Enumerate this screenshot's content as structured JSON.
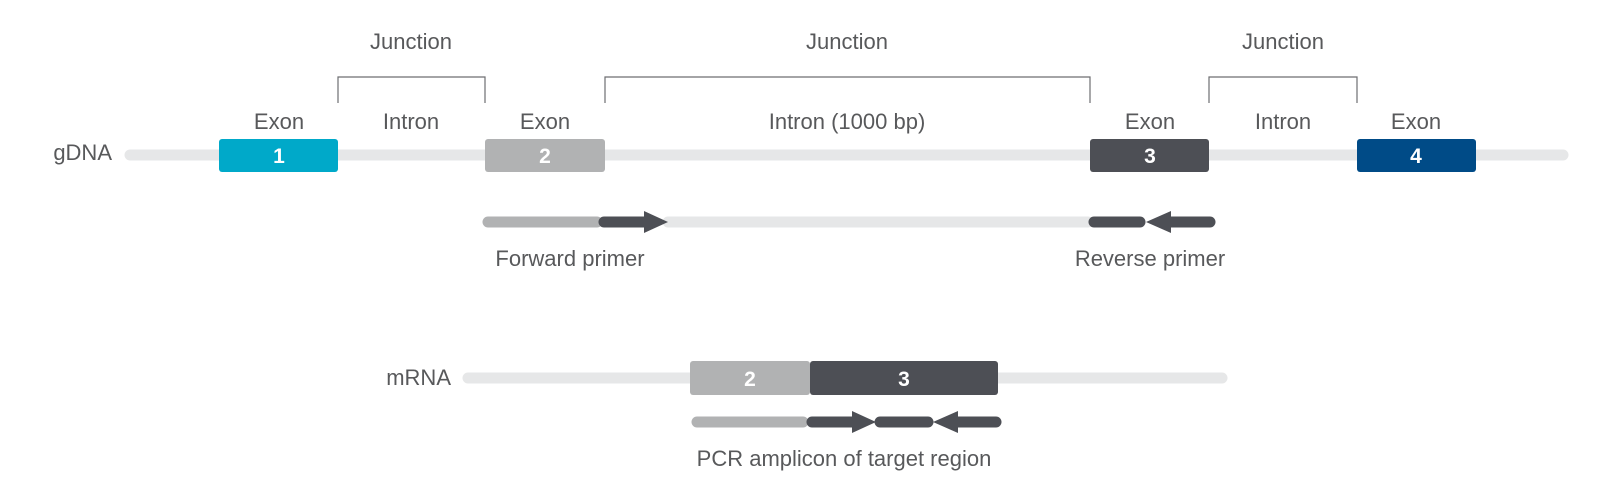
{
  "gdna": {
    "label": "gDNA",
    "exons": [
      {
        "number": "1",
        "caption": "Exon",
        "color": "#00a9c9"
      },
      {
        "number": "2",
        "caption": "Exon",
        "color": "#b1b2b3"
      },
      {
        "number": "3",
        "caption": "Exon",
        "color": "#4d4f55"
      },
      {
        "number": "4",
        "caption": "Exon",
        "color": "#004b87"
      }
    ],
    "introns": [
      "Intron",
      "Intron (1000 bp)",
      "Intron"
    ],
    "junctions": [
      "Junction",
      "Junction",
      "Junction"
    ]
  },
  "primers": {
    "forward_label": "Forward primer",
    "reverse_label": "Reverse primer"
  },
  "mrna": {
    "label": "mRNA",
    "exons": [
      {
        "number": "2",
        "color": "#b1b2b3"
      },
      {
        "number": "3",
        "color": "#4d4f55"
      }
    ],
    "amplicon_label": "PCR amplicon of target region"
  },
  "colors": {
    "backbone": "#e6e7e8",
    "primer_dark": "#4d4f55",
    "primer_light": "#b1b2b3",
    "bracket": "#6d6e71",
    "text": "#58595b"
  }
}
